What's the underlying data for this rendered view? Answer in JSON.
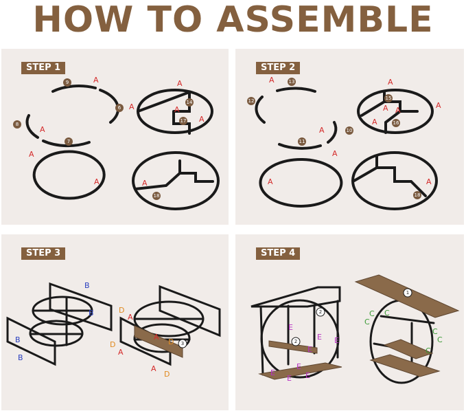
{
  "title": "HOW TO ASSEMBLE",
  "steps": [
    {
      "label": "STEP 1"
    },
    {
      "label": "STEP 2"
    },
    {
      "label": "STEP 3"
    },
    {
      "label": "STEP 4"
    }
  ],
  "colors": {
    "title": "#84603f",
    "panel": "#f1ece9",
    "frame": "#1a1a1a",
    "wood": "#8a6a4a",
    "label_a": "#d42a2a",
    "label_b": "#2a3fbf",
    "label_d": "#e08a20",
    "label_e": "#b833c4",
    "label_c": "#3a9a35"
  },
  "parts": {
    "p6": "6",
    "p7": "7",
    "p8": "8",
    "p9": "9",
    "p10": "10",
    "p11": "11",
    "p12": "12",
    "p13": "13",
    "p14": "14",
    "p15": "15",
    "p16": "16",
    "p17": "17",
    "p18": "18",
    "p1": "1",
    "p2": "2",
    "p3": "3"
  },
  "letters": {
    "a": "A",
    "b": "B",
    "c": "C",
    "d": "D",
    "e": "E"
  }
}
